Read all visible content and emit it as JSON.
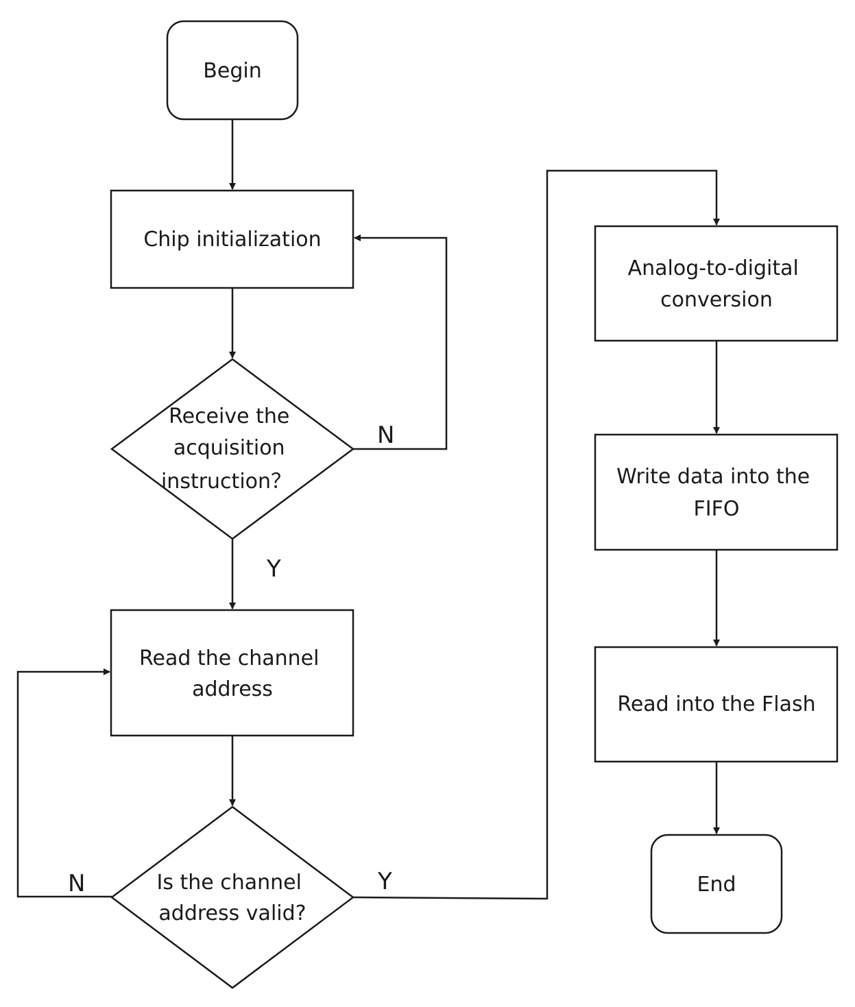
{
  "diagram": {
    "nodes": {
      "begin": {
        "lines": [
          "Begin"
        ]
      },
      "chip_init": {
        "lines": [
          "Chip initialization"
        ]
      },
      "receive_decision": {
        "lines": [
          "Receive the",
          "acquisition",
          "instruction？"
        ]
      },
      "read_channel": {
        "lines": [
          "Read the channel",
          "address"
        ]
      },
      "valid_decision": {
        "lines": [
          "Is the channel",
          "address valid?"
        ]
      },
      "adc": {
        "lines": [
          "Analog-to-digital",
          "conversion"
        ]
      },
      "write_fifo": {
        "lines": [
          "Write data into the",
          "FIFO"
        ]
      },
      "read_flash": {
        "lines": [
          "Read into the Flash"
        ]
      },
      "end": {
        "lines": [
          "End"
        ]
      }
    },
    "branch_labels": {
      "receive_no": "N",
      "receive_yes": "Y",
      "valid_no": "N",
      "valid_yes": "Y"
    }
  }
}
